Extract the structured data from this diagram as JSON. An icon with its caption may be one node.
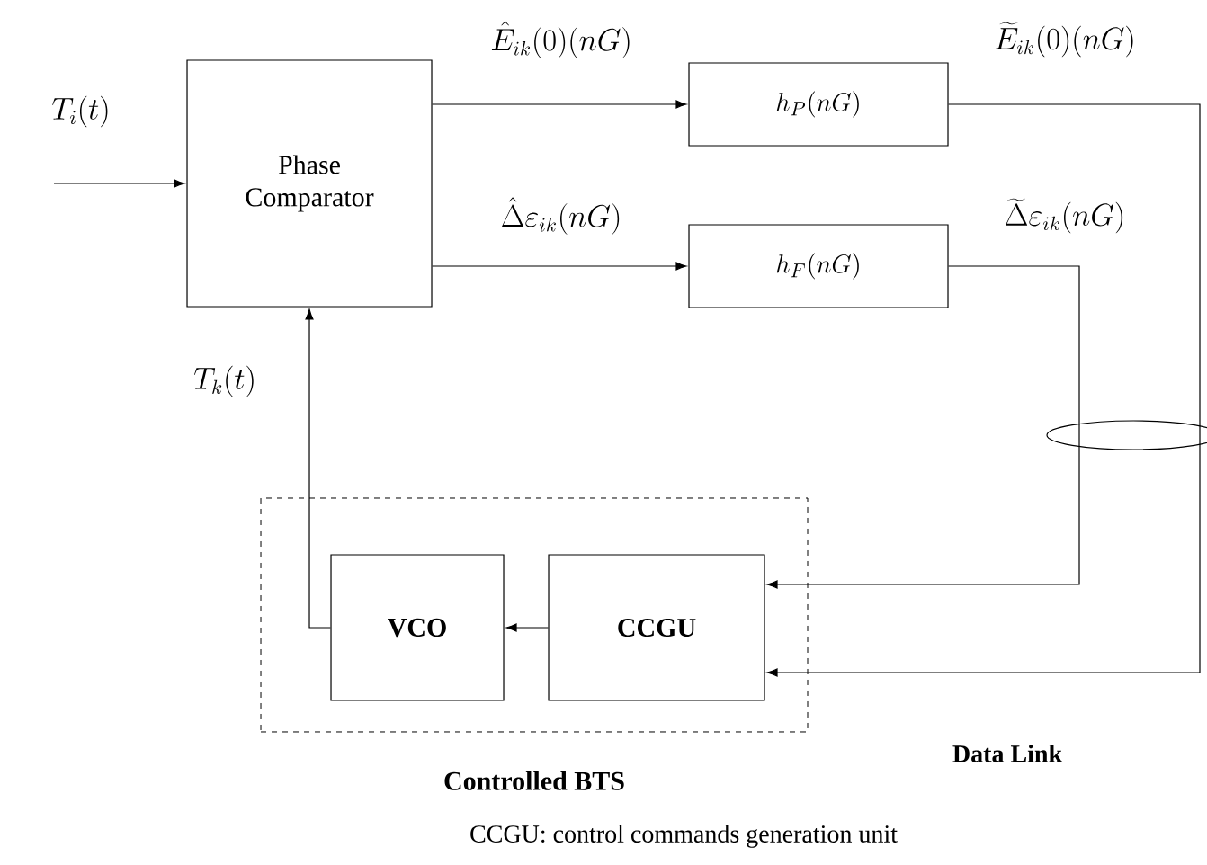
{
  "diagram": {
    "nodes": [
      {
        "text": [
          "Phase Comparator"
        ]
      },
      {
        "text": [
          "h_P(nG)"
        ]
      },
      {
        "text": [
          "h_F(nG)"
        ]
      },
      {
        "text": [
          "Controlled BTS"
        ]
      },
      {
        "text": [
          "VCO"
        ],
        "in": 3
      },
      {
        "text": [
          "CCGU"
        ],
        "in": 3
      }
    ],
    "edges": [
      {
        "from": null,
        "to": 0,
        "arrow": "to",
        "label": "T_i(t)"
      },
      {
        "from": 0,
        "to": 1,
        "arrow": "to",
        "label": "\\hat{E}_{ik}(0)(nG)"
      },
      {
        "from": 0,
        "to": 2,
        "arrow": "to",
        "label": "\\hat{\\Delta}\\varepsilon_{ik}(nG)"
      },
      {
        "from": 1,
        "to": 5,
        "arrow": "to",
        "label": "\\widetilde{E}_{ik}(0)(nG)"
      },
      {
        "from": 2,
        "to": 5,
        "arrow": "to",
        "label": "\\widetilde{\\Delta}\\varepsilon_{ik}(nG)"
      },
      {
        "from": 5,
        "to": 4,
        "arrow": "to"
      },
      {
        "from": 4,
        "to": 0,
        "arrow": "to",
        "label": "T_k(t)"
      }
    ],
    "labels": [
      "Data Link",
      "CCGU: control commands generation unit"
    ]
  }
}
